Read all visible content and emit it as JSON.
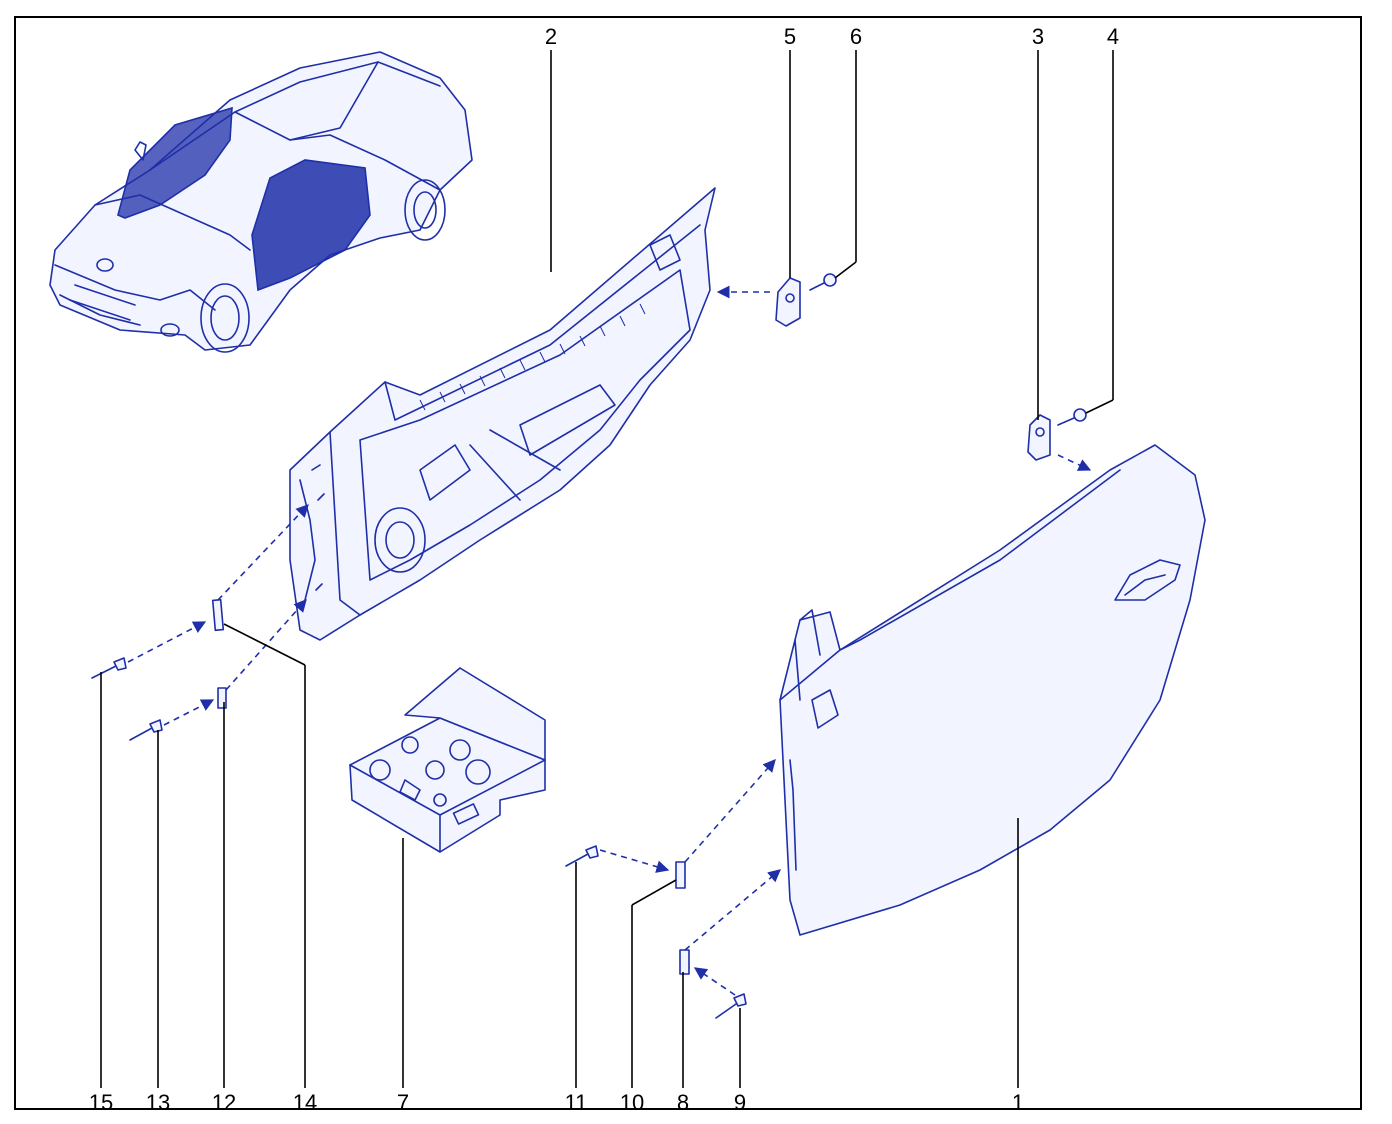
{
  "diagram": {
    "callouts": [
      {
        "id": "c1",
        "label": "1"
      },
      {
        "id": "c2",
        "label": "2"
      },
      {
        "id": "c3",
        "label": "3"
      },
      {
        "id": "c4",
        "label": "4"
      },
      {
        "id": "c5",
        "label": "5"
      },
      {
        "id": "c6",
        "label": "6"
      },
      {
        "id": "c7",
        "label": "7"
      },
      {
        "id": "c8",
        "label": "8"
      },
      {
        "id": "c9",
        "label": "9"
      },
      {
        "id": "c10",
        "label": "10"
      },
      {
        "id": "c11",
        "label": "11"
      },
      {
        "id": "c12",
        "label": "12"
      },
      {
        "id": "c13",
        "label": "13"
      },
      {
        "id": "c14",
        "label": "14"
      },
      {
        "id": "c15",
        "label": "15"
      }
    ],
    "colors": {
      "line_art": "#1f2fa8",
      "highlight": "#1f2fa8",
      "leader": "#000000",
      "frame": "#000000"
    }
  }
}
